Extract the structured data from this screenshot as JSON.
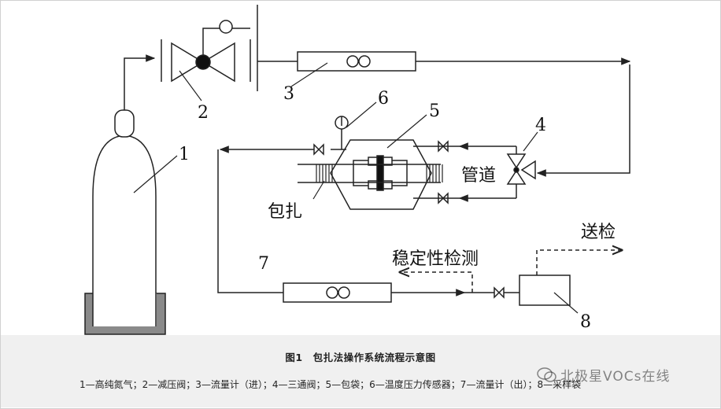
{
  "labels": {
    "n1": "1",
    "n2": "2",
    "n3": "3",
    "n4": "4",
    "n5": "5",
    "n6": "6",
    "n7": "7",
    "n8": "8",
    "pipeline": "管道",
    "wrap": "包扎",
    "stability": "稳定性检测",
    "send": "送检"
  },
  "caption": {
    "title": "图1　包扎法操作系统流程示意图",
    "legend": "1—高纯氮气；2—减压阀；3—流量计（进）；4—三通阀；5—包袋；6—温度压力传感器；7—流量计（出）；8—采样袋"
  },
  "watermark": "北极星VOCs在线",
  "colors": {
    "line": "#222222",
    "caption_bg": "#f0f0f0",
    "base": "#8a8a8a"
  }
}
